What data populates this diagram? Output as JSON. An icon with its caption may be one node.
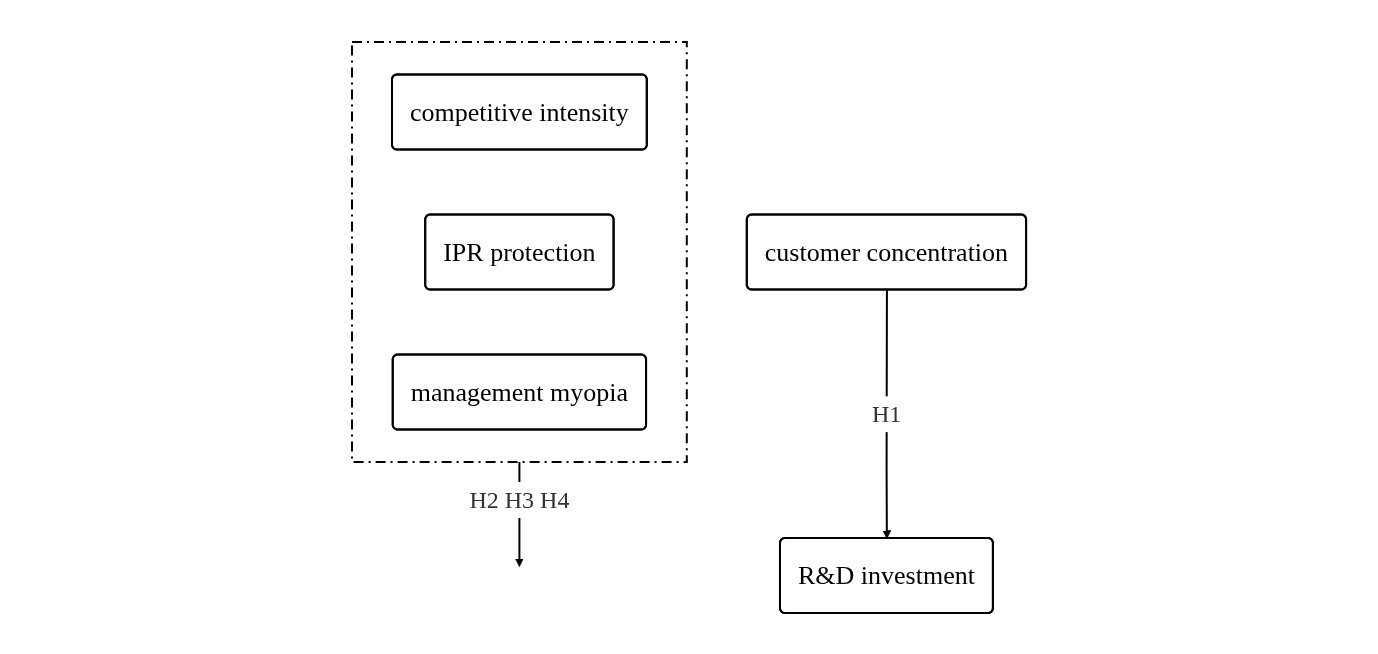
{
  "diagram": {
    "nodes": [
      {
        "text": [],
        "shape": "box"
      },
      {
        "text": [
          "competitive intensity"
        ],
        "in": 0
      },
      {
        "text": [
          "IPR protection"
        ],
        "in": 0
      },
      {
        "text": [
          "management myopia"
        ],
        "in": 0
      },
      {
        "text": [
          "customer concentration"
        ]
      },
      {
        "text": [
          "R&D investment"
        ]
      }
    ],
    "edges": [
      {
        "from": 0,
        "to": null,
        "arrow": "to",
        "label": "H2 H3 H4"
      },
      {
        "from": 4,
        "to": 5,
        "arrow": "to",
        "label": "H1"
      }
    ]
  }
}
